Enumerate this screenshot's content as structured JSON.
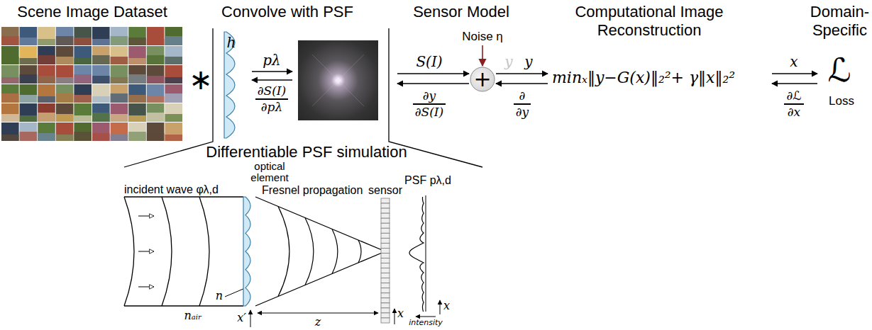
{
  "diagram": {
    "nodes": [
      {
        "text": [
          "+"
        ]
      }
    ],
    "labels": [
      "Scene Image Dataset",
      "Convolve with PSF",
      "Sensor Model",
      "Computational Image Reconstruction",
      "Domain-Specific",
      "∗",
      "h",
      "pλ",
      "∂S(I) ∂pλ",
      "S(I)",
      "∂y ∂S(I)",
      "Noise η",
      "y",
      "y",
      "∂ ∂y",
      "minₓ‖y−G(x)‖₂²+ γ‖x‖₂²",
      "x",
      "∂ℒ ∂x",
      "ℒ",
      "Loss",
      "Differentiable PSF simulation",
      "optical element",
      "PSF pλ,d",
      "incident wave φλ,d",
      "Fresnel propagation",
      "sensor",
      "n",
      "nₐᵢᵣ",
      "x′",
      "z",
      "x",
      "intensity",
      "x"
    ]
  }
}
